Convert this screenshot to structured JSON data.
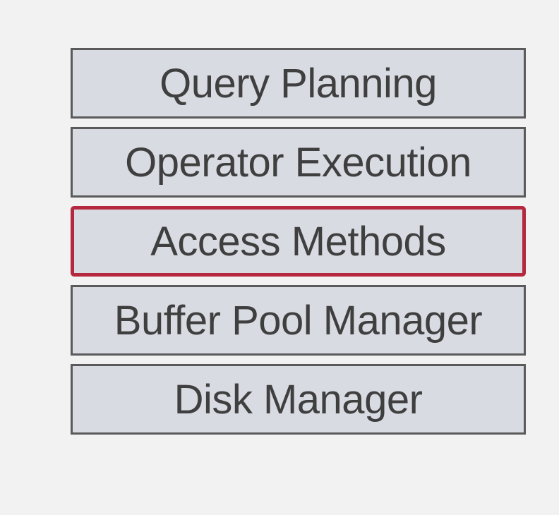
{
  "layers": [
    {
      "label": "Query Planning"
    },
    {
      "label": "Operator Execution"
    },
    {
      "label": "Access Methods",
      "highlighted": true
    },
    {
      "label": "Buffer Pool Manager"
    },
    {
      "label": "Disk Manager"
    }
  ],
  "colors": {
    "layer_fill": "#d8dbe2",
    "layer_border": "#5a5a5a",
    "highlight_border": "#b5283e",
    "text": "#3f3f3f",
    "background": "#f2f2f2"
  }
}
